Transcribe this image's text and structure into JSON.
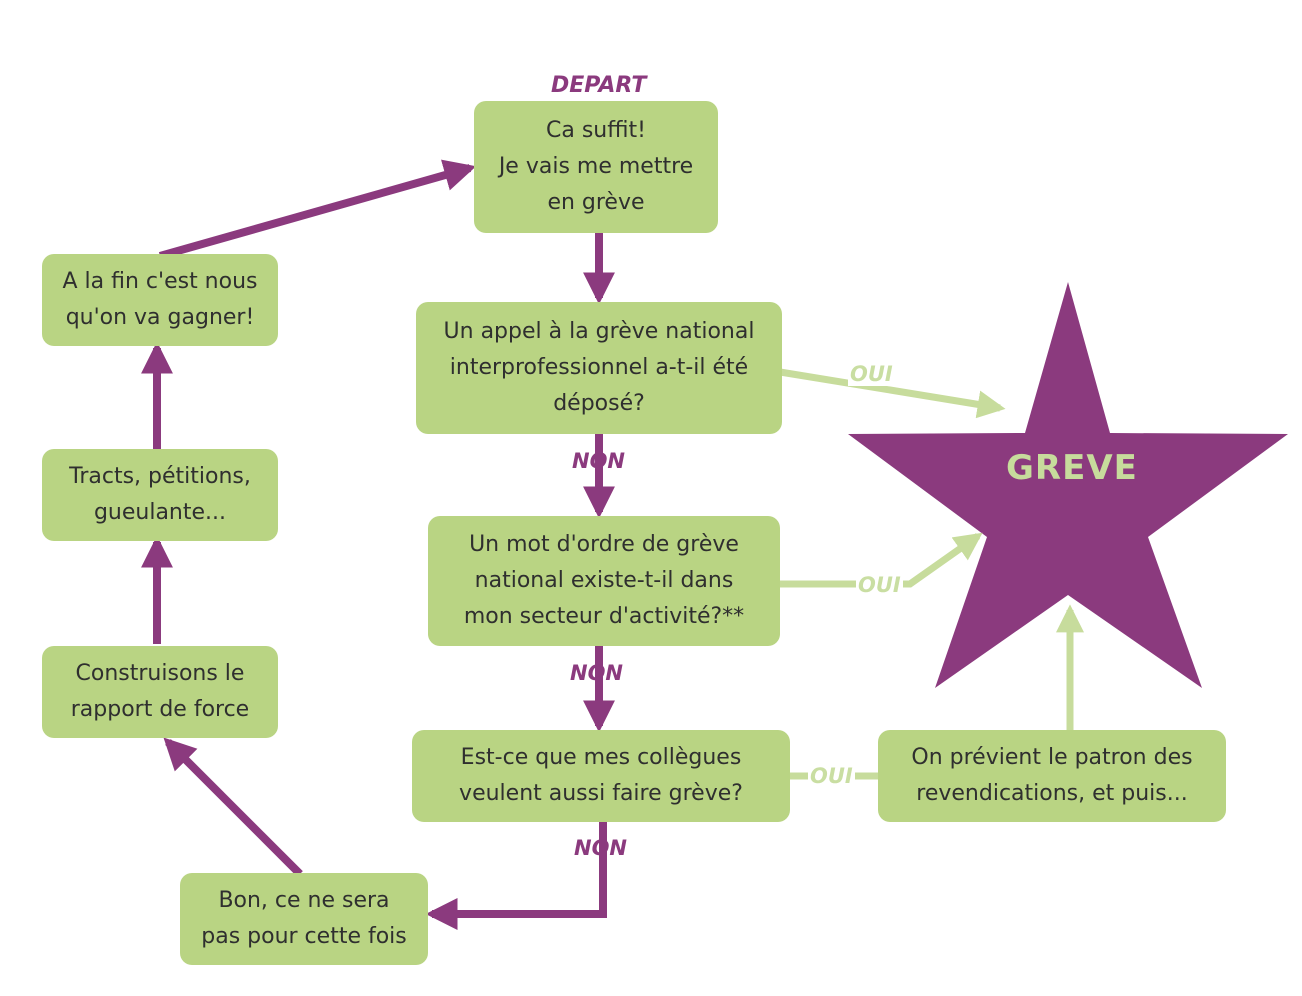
{
  "diagram": {
    "start_label": "DEPART",
    "nodes": {
      "start": "Ca suffit!\nJe vais me mettre\nen grève",
      "q1": "Un appel à la grève national\ninterprofessionnel a-t-il été\ndéposé?",
      "q2": "Un mot d'ordre de grève\nnational existe-t-il dans\nmon secteur d'activité?**",
      "q3": "Est-ce que mes collègues\nveulent aussi faire grève?",
      "warn_boss": "On prévient le patron des\nrevendications, et puis...",
      "not_this_time": "Bon, ce ne sera\npas pour cette fois",
      "build_force": "Construisons le\nrapport de force",
      "actions": "Tracts, pétitions,\ngueulante...",
      "we_win": "A la fin c'est nous\nqu'on va gagner!"
    },
    "goal": "GREVE",
    "edge_labels": {
      "yes": "OUI",
      "no": "NON"
    },
    "colors": {
      "box": "#b9d483",
      "purple": "#8b3a7e",
      "light_green": "#c7dc9c"
    }
  }
}
